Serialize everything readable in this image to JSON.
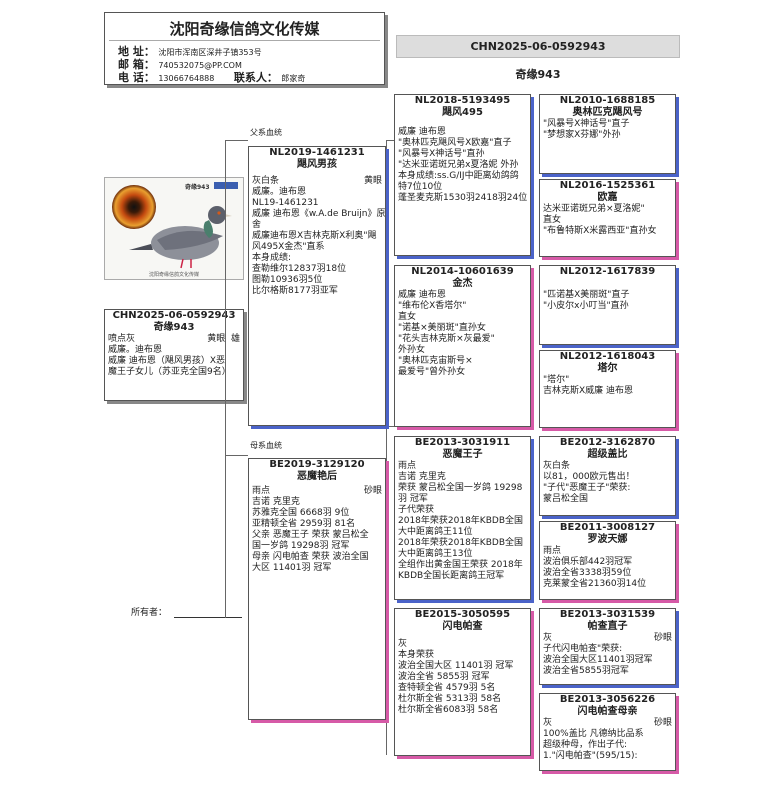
{
  "header": {
    "title": "沈阳奇缘信鸽文化传媒",
    "address_label": "地  址：",
    "address": "沈阳市浑南区深井子镇353号",
    "email_label": "邮  箱：",
    "email": "740532075@PP.COM",
    "phone_label": "电  话：",
    "phone": "13066764888",
    "contact_label": "联系人：",
    "contact": "郎家奇"
  },
  "subject_top": {
    "ring": "CHN2025-06-0592943",
    "name": "奇缘943"
  },
  "labels": {
    "sire_side": "父系血统",
    "dam_side": "母系血统",
    "owner": "所有者："
  },
  "subject": {
    "ring": "CHN2025-06-0592943",
    "name": "奇缘943",
    "color": "喷点灰",
    "eye": "黄眼",
    "sex": "雄",
    "lines": [
      "威廉。迪布恩",
      "",
      "威廉 迪布恩（飓风男孩）X恶",
      "魔王子女儿（苏亚克全国9名）"
    ]
  },
  "photo": {
    "caption_top": "奇缘943",
    "caption_bottom": "沈阳奇缘信鸽文化传媒"
  },
  "sire": {
    "ring": "NL2019-1461231",
    "name": "飓风男孩",
    "color": "灰白条",
    "eye": "黄眼",
    "lines": [
      "威廉。迪布恩",
      "NL19-1461231",
      "威廉 迪布恩《w.A.de Bruijn》原",
      "舍",
      "威廉迪布恩X吉林克斯X利奥\"飓",
      "风495X金杰\"直系",
      "本身成绩:",
      "查勒维尔12837羽18位",
      "图勒10936羽5位",
      "比尔格斯8177羽亚军"
    ]
  },
  "dam": {
    "ring": "BE2019-3129120",
    "name": "恶魔艳后",
    "color": "雨点",
    "eye": "砂眼",
    "lines": [
      "吉诺 克里克",
      "苏雅克全国 6668羽 9位",
      "亚精顿全省 2959羽 81名",
      "父亲 恶魔王子 荣获 蒙吕松全",
      "国一岁鸽 19298羽 冠军",
      "母亲 闪电帕查 荣获 波治全国",
      "大区 11401羽 冠军"
    ]
  },
  "ss": {
    "ring": "NL2018-5193495",
    "name": "飓风495",
    "lines": [
      "",
      "威廉 迪布恩",
      "\"奥林匹克飓风号X欧嘉\"直子",
      "\"风暴号X神话号\"直孙",
      "\"达米亚诺斑兄弟x夏洛妮 外孙",
      "本身成绩:ss.G/IJ中距离幼鸽鸽",
      "特7位10位",
      "",
      "蓬圣麦克斯1530羽2418羽24位"
    ]
  },
  "sd": {
    "ring": "NL2014-10601639",
    "name": "金杰",
    "lines": [
      "",
      "",
      "威廉 迪布恩",
      "\"维布伦X香塔尔\"",
      "直女",
      "\"诺基×美丽斑\"直孙女",
      "",
      "\"花头吉林克斯×灰最爱\"",
      "外孙女",
      "\"奥林匹克宙斯号×",
      "最爱号\"曾外孙女"
    ]
  },
  "ds": {
    "ring": "BE2013-3031911",
    "name": "恶魔王子",
    "lines": [
      "雨点",
      "吉诺 克里克",
      "荣获 蒙吕松全国一岁鸽 19298",
      "羽 冠军",
      "子代荣获",
      "2018年荣获2018年KBDB全国",
      "大中距离鸽王11位",
      "2018年荣获2018年KBDB全国",
      "大中距离鸽王13位",
      "全组作出黄金国王荣获 2018年",
      "KBDB全国长距离鸽王冠军"
    ]
  },
  "dd": {
    "ring": "BE2015-3050595",
    "name": "闪电帕查",
    "lines": [
      "灰",
      "",
      "本身荣获",
      "波治全国大区 11401羽 冠军",
      "波治全省 5855羽 冠军",
      "查特顿全省 4579羽 5名",
      "杜尔斯全省 5313羽 58名",
      "杜尔斯全省6083羽 58名"
    ]
  },
  "sss": {
    "ring": "NL2010-1688185",
    "name": "奥林匹克飓风号",
    "lines": [
      "",
      "\"风暴号X神话号\"直子",
      "",
      "\"梦想家X芬娜\"外孙"
    ]
  },
  "ssd": {
    "ring": "NL2016-1525361",
    "name": "欧嘉",
    "lines": [
      "",
      "达米亚诺斑兄弟×夏洛妮\"",
      "直女",
      "\"布鲁特斯X米露西亚\"直孙女"
    ]
  },
  "sds": {
    "ring": "NL2012-1617839",
    "name": "",
    "lines": [
      "",
      "\"匹诺基X美丽斑\"直子",
      "",
      "\"小皮尔x小叮当\"直孙"
    ]
  },
  "sdd": {
    "ring": "NL2012-1618043",
    "name": "塔尔",
    "lines": [
      "",
      "\"塔尔\"",
      "",
      "吉林克斯X威廉 迪布恩"
    ]
  },
  "dss": {
    "ring": "BE2012-3162870",
    "name": "超级盖比",
    "lines": [
      "灰白条",
      "以81，000欧元售出！",
      "\"子代\"恶魔王子\"荣获:",
      "蒙吕松全国"
    ]
  },
  "dsd": {
    "ring": "BE2011-3008127",
    "name": "罗波天娜",
    "lines": [
      "雨点",
      "波治俱乐部442羽冠军",
      "波治全省3338羽59位",
      "克莱蒙全省21360羽14位"
    ]
  },
  "dds": {
    "ring": "BE2013-3031539",
    "name": "帕查直子",
    "color": "灰",
    "eye": "砂眼",
    "lines": [
      "子代闪电帕查\"荣获:",
      "波治全国大区11401羽冠军",
      "波治全省5855羽冠军"
    ]
  },
  "ddd": {
    "ring": "BE2013-3056226",
    "name": "闪电帕查母亲",
    "color": "灰",
    "eye": "砂眼",
    "lines": [
      "100%盖比 凡德纳比品系",
      "超级种母，作出子代:",
      "1.\"闪电帕查\"(595/15):"
    ]
  }
}
